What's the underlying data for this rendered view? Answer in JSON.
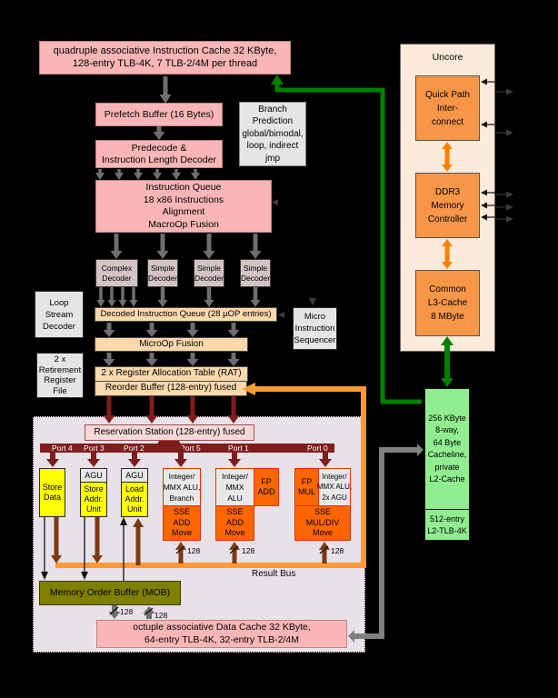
{
  "title_context": "CPU core microarchitecture block diagram",
  "colors": {
    "background": "#000000",
    "pink_box": "#fab6b6",
    "light_orange_box": "#fcd8ac",
    "decoder_box": "#d3c3c3",
    "gray_box": "#e5e5e5",
    "yellow_unit": "#ffff00",
    "orange_unit": "#ff6600",
    "uncore_fill": "#fdeada",
    "uncore_box": "#f79646",
    "l2_green": "#90ee90",
    "exec_area": "#e8e1e8",
    "mob_olive": "#7f7f00",
    "port_maroon": "#7f1d1d",
    "result_brown": "#7b3a10",
    "bus_orange": "#ff9933",
    "link_orange": "#ff8000",
    "green_arrow": "#008000",
    "gray_arrow": "#6e6e6e"
  },
  "fe": {
    "icache": {
      "l1": "quadruple associative Instruction Cache 32 KByte,",
      "l2": "128-entry TLB-4K, 7 TLB-2/4M per thread"
    },
    "prefetch": "Prefetch Buffer (16 Bytes)",
    "predecode": {
      "l1": "Predecode &",
      "l2": "Instruction Length Decoder"
    },
    "branch_prediction": [
      "Branch",
      "Prediction",
      "global/bimodal,",
      "loop, indirect",
      "jmp"
    ],
    "iq": [
      "Instruction Queue",
      "18 x86 Instructions",
      "Alignment",
      "MacroOp Fusion"
    ]
  },
  "mid": {
    "decoders": [
      [
        "Complex",
        "Decoder"
      ],
      [
        "Simple",
        "Decoder"
      ],
      [
        "Simple",
        "Decoder"
      ],
      [
        "Simple",
        "Decoder"
      ]
    ],
    "lsd": [
      "Loop",
      "Stream",
      "Decoder"
    ],
    "diq": "Decoded Instruction Queue (28 µOP entries)",
    "mis": [
      "Micro",
      "Instruction",
      "Sequencer"
    ],
    "mof": "MicroOp Fusion",
    "rrf": [
      "2 x",
      "Retirement",
      "Register",
      "File"
    ],
    "rat": "2 x Register Allocation Table (RAT)",
    "rob": "Reorder Buffer (128-entry) fused"
  },
  "exec": {
    "rs": "Reservation Station (128-entry) fused",
    "ports": [
      "Port 4",
      "Port 3",
      "Port 2",
      "Port 5",
      "Port 1",
      "Port 0"
    ],
    "store_data": [
      "Store",
      "Data"
    ],
    "agu_store": {
      "t": "AGU",
      "l": [
        "Store",
        "Addr.",
        "Unit"
      ]
    },
    "agu_load": {
      "t": "AGU",
      "l": [
        "Load",
        "Addr.",
        "Unit"
      ]
    },
    "p5": {
      "alu": [
        "Integer/",
        "MMX ALU,",
        "Branch"
      ],
      "sse": [
        "SSE",
        "ADD",
        "Move"
      ]
    },
    "p1": {
      "alu": [
        "Integer/",
        "MMX",
        "ALU"
      ],
      "fp": [
        "FP",
        "ADD"
      ],
      "sse": [
        "SSE",
        "ADD",
        "Move"
      ]
    },
    "p0": {
      "fp": [
        "FP",
        "MUL"
      ],
      "alu": [
        "Integer/",
        "MMX ALU,",
        "2x AGU"
      ],
      "sse": [
        "SSE",
        "MUL/DIV",
        "Move"
      ]
    },
    "bus_width": "128",
    "result_bus": "Result Bus",
    "mob": "Memory Order Buffer (MOB)",
    "dcache": {
      "l1": "octuple associative Data Cache 32 KByte,",
      "l2": "64-entry TLB-4K, 32-entry TLB-2/4M"
    }
  },
  "right": {
    "uncore": "Uncore",
    "qpi": [
      "Quick Path",
      "Inter-",
      "connect"
    ],
    "ddr3": [
      "DDR3",
      "Memory",
      "Controller"
    ],
    "l3": [
      "Common",
      "L3-Cache",
      "8 MByte"
    ],
    "l2": {
      "main": [
        "256 KByte",
        "8-way,",
        "64 Byte",
        "Cacheline,",
        "private",
        "L2-Cache"
      ],
      "tlb": [
        "512-entry",
        "L2-TLB-4K"
      ]
    }
  }
}
